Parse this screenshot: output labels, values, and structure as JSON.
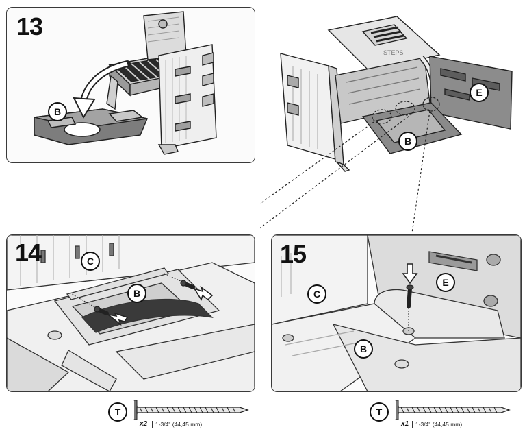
{
  "steps": {
    "step13": {
      "number": "13",
      "callouts": [
        "B"
      ]
    },
    "overview": {
      "callouts": [
        "B",
        "E"
      ]
    },
    "step14": {
      "number": "14",
      "callouts": [
        "C",
        "B"
      ]
    },
    "step15": {
      "number": "15",
      "callouts": [
        "C",
        "E",
        "B"
      ]
    }
  },
  "hardware": [
    {
      "letter": "T",
      "quantity": "x2",
      "size": "1-3/4\" (44,45 mm)"
    },
    {
      "letter": "T",
      "quantity": "x1",
      "size": "1-3/4\" (44,45 mm)"
    }
  ],
  "icons": [
    "curved-arrow-icon",
    "screw-icon",
    "push-arrow-icon",
    "dotted-leader-line"
  ]
}
